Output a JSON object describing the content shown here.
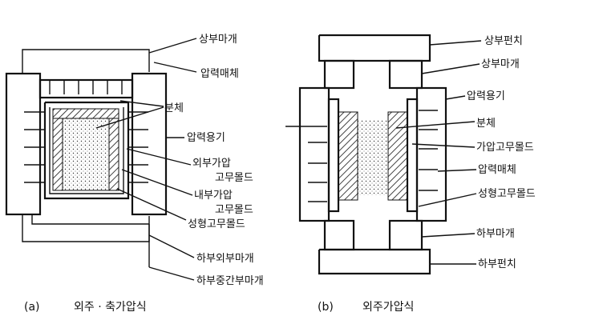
{
  "diagram_a": {
    "caption_marker": "(a)",
    "caption_text": "외주 · 축가압식",
    "labels": {
      "upper_cover": "상부마개",
      "pressure_medium": "압력매체",
      "body": "분체",
      "pressure_vessel": "압력용기",
      "outer_pressure_rubber_1": "외부가압",
      "outer_pressure_rubber_2": "고무몰드",
      "inner_pressure_rubber_1": "내부가압",
      "inner_pressure_rubber_2": "고무몰드",
      "forming_rubber_mold": "성형고무몰드",
      "lower_outer_cover": "하부외부마개",
      "lower_middle_cover": "하부중간부마개"
    }
  },
  "diagram_b": {
    "caption_marker": "(b)",
    "caption_text": "외주가압식",
    "labels": {
      "upper_punch": "상부펀치",
      "upper_cover": "상부마개",
      "pressure_vessel": "압력용기",
      "body": "분체",
      "pressure_rubber_mold": "가압고무몰드",
      "pressure_medium": "압력매체",
      "forming_rubber_mold": "성형고무몰드",
      "lower_cover": "하부마개",
      "lower_punch": "하부펀치"
    }
  }
}
